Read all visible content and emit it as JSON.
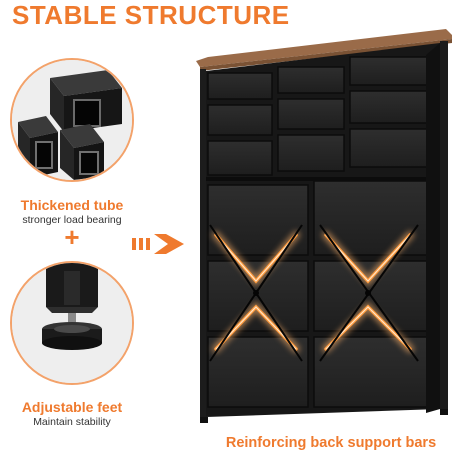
{
  "header": {
    "title": "STABLE STRUCTURE"
  },
  "feature_tube": {
    "title": "Thickened tube",
    "subtitle": "stronger load bearing"
  },
  "plus_symbol": "+",
  "feature_feet": {
    "title": "Adjustable feet",
    "subtitle": "Maintain stability"
  },
  "feature_back": {
    "title": "Reinforcing back support bars"
  },
  "colors": {
    "accent": "#ef7a2e",
    "frame": "#1c1c1c",
    "fabric": "#262626",
    "top_wood": "#9a6b49",
    "glow": "#ffb36b"
  },
  "icons": [
    "double-arrow-right-icon",
    "steel-tube-icon",
    "adjustable-foot-icon"
  ]
}
